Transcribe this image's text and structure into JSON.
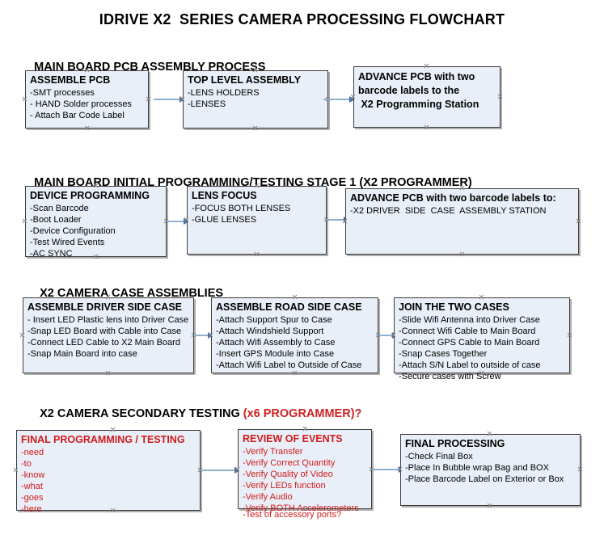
{
  "document": {
    "title": "IDRIVE X2  SERIES CAMERA PROCESSING FLOWCHART"
  },
  "sections": [
    {
      "id": "main-board-pcb-assembly",
      "heading": "MAIN BOARD PCB ASSEMBLY PROCESS",
      "heading_accent": ""
    },
    {
      "id": "main-board-initial-programming",
      "heading": "MAIN BOARD INITIAL PROGRAMMING/TESTING STAGE 1 (X2 PROGRAMMER)",
      "heading_accent": ""
    },
    {
      "id": "x2-camera-case-assemblies",
      "heading": "X2 CAMERA CASE ASSEMBLIES",
      "heading_accent": ""
    },
    {
      "id": "x2-camera-secondary-testing",
      "heading": "X2 CAMERA SECONDARY TESTING ",
      "heading_accent": "(x6 PROGRAMMER)?"
    }
  ],
  "nodes": {
    "assemble_pcb": {
      "title": "ASSEMBLE PCB",
      "lines": [
        "-SMT processes",
        "- HAND Solder processes",
        "- Attach Bar Code Label"
      ]
    },
    "top_level_assembly": {
      "title": "TOP LEVEL ASSEMBLY",
      "lines": [
        "-LENS HOLDERS",
        "-LENSES"
      ]
    },
    "advance_pcb_programming_station": {
      "title": "ADVANCE PCB with two\nbarcode labels to the\n X2 Programming Station",
      "lines": []
    },
    "device_programming": {
      "title": "DEVICE PROGRAMMING",
      "lines": [
        "-Scan Barcode",
        "-Boot Loader",
        "-Device Configuration",
        "-Test Wired Events",
        "-AC SYNC"
      ]
    },
    "lens_focus": {
      "title": "LENS FOCUS",
      "lines": [
        "-FOCUS BOTH LENSES",
        "-GLUE LENSES"
      ]
    },
    "advance_pcb_driver_case": {
      "title": "ADVANCE PCB with two barcode labels to:",
      "lines": [
        "-X2 DRIVER  SIDE  CASE  ASSEMBLY STATION"
      ]
    },
    "assemble_driver_side_case": {
      "title": "ASSEMBLE DRIVER SIDE CASE",
      "lines": [
        "- Insert LED Plastic lens into Driver Case",
        "-Snap LED Board with Cable into Case",
        "-Connect LED Cable to X2 Main Board",
        "-Snap Main Board into case"
      ]
    },
    "assemble_road_side_case": {
      "title": "ASSEMBLE ROAD SIDE CASE",
      "lines": [
        "-Attach Support Spur to Case",
        "-Attach Windshield Support",
        "-Attach Wifi Assembly to Case",
        "-Insert GPS Module into Case",
        "-Attach Wifi Label to Outside of Case"
      ]
    },
    "join_the_two_cases": {
      "title": "JOIN THE TWO CASES",
      "lines": [
        "-Slide Wifi Antenna into Driver Case",
        "-Connect Wifi Cable to Main Board",
        "-Connect GPS Cable to Main Board",
        "-Snap Cases Together",
        "-Attach S/N Label to outside of case",
        "-Secure cases with Screw"
      ]
    },
    "final_programming_testing": {
      "title": "FINAL PROGRAMMING / TESTING",
      "lines": [
        "-need",
        "-to",
        "-know",
        "-what",
        "-goes",
        "-here"
      ]
    },
    "review_of_events": {
      "title": "REVIEW OF EVENTS",
      "lines": [
        "-Verify Transfer",
        "-Verify Correct Quantity",
        "-Verify Quality of Video",
        "-Verify LEDs function",
        "-Verify Audio",
        "-Verify BOTH Accelerometers"
      ],
      "overflow_line": "-Test of accessory ports?"
    },
    "final_processing": {
      "title": "FINAL PROCESSING",
      "lines": [
        "-Check Final Box",
        "-Place In Bubble wrap Bag and BOX",
        "-Place Barcode Label on Exterior or Box"
      ]
    }
  },
  "colors": {
    "node_fill": "#e9eff8",
    "node_border": "#3d3d3d",
    "accent_red": "#d01b1b",
    "connector_shaft": "#8fb0cf",
    "connector_head": "#4a6fa5"
  }
}
